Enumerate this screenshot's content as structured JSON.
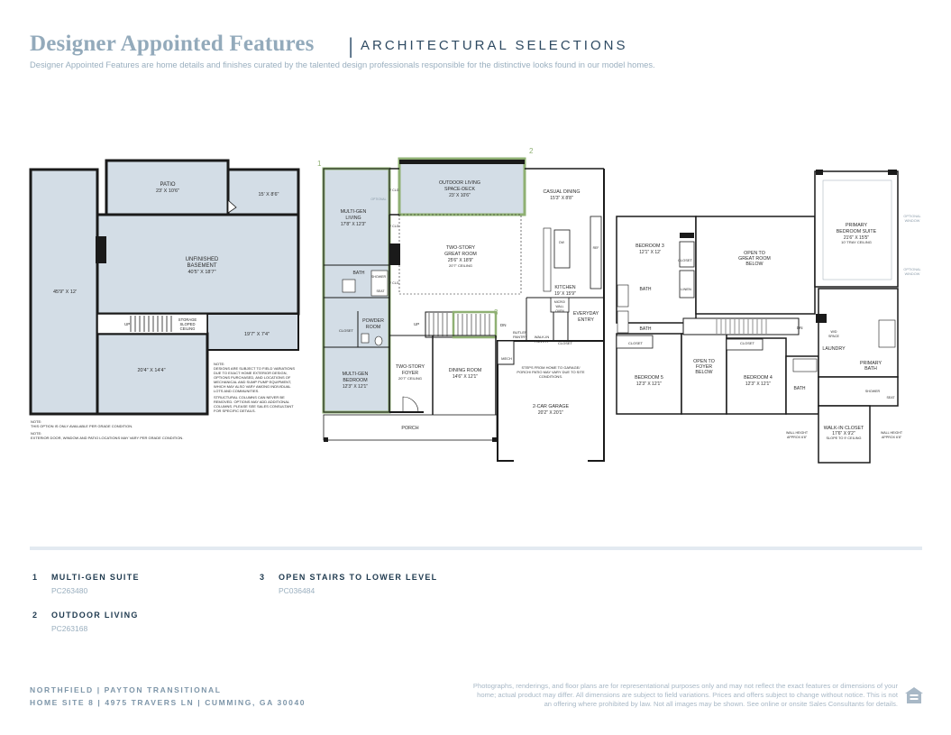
{
  "header": {
    "title": "Designer Appointed Features",
    "separator": "|",
    "subtitle": "ARCHITECTURAL SELECTIONS",
    "description": "Designer Appointed Features are home details and finishes curated by the talented design professionals responsible for the distinctive looks found in our model homes."
  },
  "basement": {
    "patio": "PATIO",
    "patio_dim": "23' X 10'6\"",
    "room_15": "15' X 8'6\"",
    "unfinished": "UNFINISHED",
    "basement_label": "BASEMENT",
    "basement_dim": "40'5\" X 18'7\"",
    "left_dim": "45'9\" X 12'",
    "up": "UP",
    "storage": "STORAGE",
    "storage2": "SLOPED",
    "storage3": "CEILING",
    "room_197": "19'7\" X 7'4\"",
    "room_204": "20'4\" X 14'4\"",
    "note1_title": "NOTE:",
    "note1_l1": "DESIGNS ARE SUBJECT TO FIELD VARIATIONS",
    "note1_l2": "DUE TO EXACT HOME EXTERIOR DESIGN,",
    "note1_l3": "OPTIONS PURCHASED, AND LOCATIONS OF",
    "note1_l4": "MECHANICAL AND SUMP PUMP EQUIPMENT,",
    "note1_l5": "WHICH MAY ALSO VARY AMONG INDIVIDUAL",
    "note1_l6": "LOTS AND COMMUNITIES.",
    "note1_l7": "STRUCTURAL COLUMNS CAN NEVER BE",
    "note1_l8": "REMOVED. OPTIONS MAY ADD ADDITIONAL",
    "note1_l9": "COLUMNS. PLEASE SEE SALES CONSULTANT",
    "note1_l10": "FOR SPECIFIC DETAILS.",
    "note2_title": "NOTE:",
    "note2_text": "THIS OPTION IS ONLY AVAILABLE PER GRADE CONDITION.",
    "note3_title": "NOTE:",
    "note3_text": "EXTERIOR DOOR, WINDOW AND PATIO LOCATIONS MAY VARY PER GRADE CONDITION."
  },
  "main_floor": {
    "marker1": "1",
    "marker2": "2",
    "marker3": "3",
    "multigen_living": "MULTI-GEN",
    "multigen_living2": "LIVING",
    "multigen_living_dim": "17'8\" X 12'3\"",
    "bath": "BATH",
    "shower": "SHOWER",
    "seat": "SEAT",
    "closet": "CLOSET",
    "powder": "POWDER",
    "powder2": "ROOM",
    "multigen_bed": "MULTI-GEN",
    "multigen_bed2": "BEDROOM",
    "multigen_bed_dim": "12'3\" X 12'1\"",
    "outdoor": "OUTDOOR LIVING",
    "outdoor2": "SPACE-DECK",
    "outdoor_dim": "23' X 10'6\"",
    "casual": "CASUAL DINING",
    "casual_dim": "15'3\" X 8'8\"",
    "great": "TWO-STORY",
    "great2": "GREAT ROOM",
    "great_dim": "25'6\" X 18'9\"",
    "great_ceil": "20'7\" CEILING",
    "kitchen": "KITCHEN",
    "kitchen_dim": "19' X 15'9\"",
    "everyday": "EVERYDAY",
    "everyday2": "ENTRY",
    "foyer": "TWO-STORY",
    "foyer2": "FOYER",
    "foyer_ceil": "20'7\" CEILING",
    "dining": "DINING ROOM",
    "dining_dim": "14'6\" X 12'1\"",
    "butler": "BUTLER",
    "butler2": "PANTRY",
    "walkin": "WALK-IN",
    "walkin2": "PANTRY",
    "mech": "MECH",
    "garage": "2-CAR GARAGE",
    "garage_dim": "20'2\" X 20'1\"",
    "steps": "STEPS FROM HOME TO GARAGE/",
    "steps2": "PORCH/ PATIO MAY VARY DUE TO SITE",
    "steps3": "CONDITIONS.",
    "porch": "PORCH",
    "up": "UP",
    "dn": "DN",
    "clg": "9' CLG",
    "optional": "OPTIONAL",
    "dw": "DW",
    "ref": "REF",
    "micro": "MICRO/",
    "micro2": "WALL",
    "micro3": "OVEN"
  },
  "upper_floor": {
    "bed3": "BEDROOM 3",
    "bed3_dim": "12'1\" X 12'",
    "open_great": "OPEN TO",
    "open_great2": "GREAT ROOM",
    "open_great3": "BELOW",
    "primary": "PRIMARY",
    "primary2": "BEDROOM SUITE",
    "primary_dim": "21'6\" X 15'5\"",
    "primary_ceil": "10' TRAY CEILING",
    "optional_window": "OPTIONAL",
    "optional_window2": "WINDOW",
    "closet": "CLOSET",
    "linen": "LINEN",
    "bath": "BATH",
    "bed5": "BEDROOM 5",
    "bed5_dim": "12'3\" X 12'1\"",
    "open_foyer": "OPEN TO",
    "open_foyer2": "FOYER",
    "open_foyer3": "BELOW",
    "bed4": "BEDROOM 4",
    "bed4_dim": "12'3\" X 12'1\"",
    "laundry": "LAUNDRY",
    "wd": "W/D",
    "wd2": "SPACE",
    "primary_bath": "PRIMARY",
    "primary_bath2": "BATH",
    "shower": "SHOWER",
    "seat": "SEAT",
    "walkin_closet": "WALK-IN CLOSET",
    "walkin_dim": "17'6\" X 9'2\"",
    "walkin_ceil": "SLOPE TO 9' CEILING",
    "wall_height": "WALL HEIGHT",
    "wall_height2": "APPROX 6'8\"",
    "dn": "DN"
  },
  "selections": [
    {
      "number": "1",
      "name": "MULTI-GEN SUITE",
      "code": "PC263480"
    },
    {
      "number": "2",
      "name": "OUTDOOR LIVING",
      "code": "PC263168"
    },
    {
      "number": "3",
      "name": "OPEN STAIRS TO LOWER LEVEL",
      "code": "PC036484"
    }
  ],
  "footer": {
    "line1": "NORTHFIELD  |  PAYTON TRANSITIONAL",
    "line2": "HOME SITE 8  |  4975 TRAVERS LN  |  CUMMING, GA 30040",
    "disclaimer": "Photographs, renderings, and floor plans are for representational purposes only and may not reflect the exact features or dimensions of your home; actual product may differ. All dimensions are subject to field variations. Prices and offers subject to change without notice. This is not an offering where prohibited by law. Not all images may be shown. See online or onsite Sales Consultants for details."
  },
  "colors": {
    "room_fill": "#d3dde6",
    "highlight": "#8fb073",
    "wall": "#1a1a1a",
    "title": "#93aabb"
  }
}
